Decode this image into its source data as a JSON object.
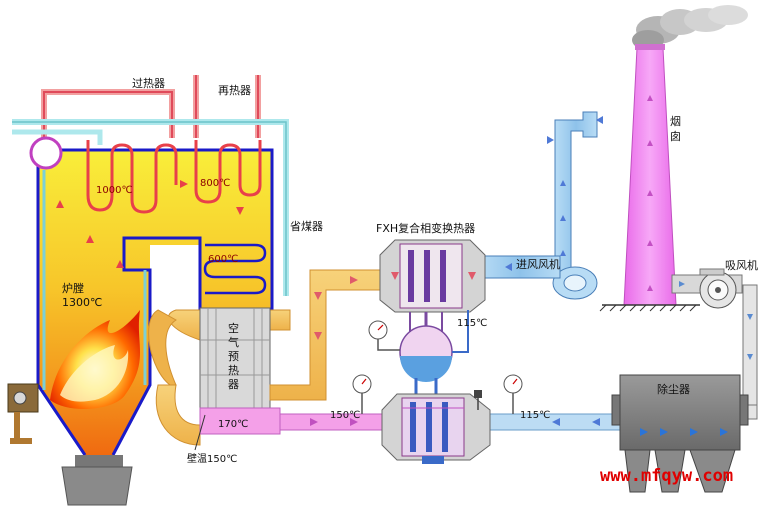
{
  "labels": {
    "superheater": "过热器",
    "reheater": "再热器",
    "economizer": "省煤器",
    "chimney": "烟囱",
    "fxh_exchanger": "FXH复合相变换热器",
    "inlet_fan": "进风风机",
    "induced_fan": "吸风机",
    "dust_collector": "除尘器",
    "furnace_line1": "炉膛",
    "furnace_line2": "1300℃",
    "air_preheater_chars": [
      "空",
      "气",
      "预",
      "热",
      "器"
    ],
    "wall_temp": "壁温150℃",
    "temp_1000": "1000℃",
    "temp_800": "800℃",
    "temp_600": "600℃",
    "temp_170": "170℃",
    "temp_150": "150℃",
    "temp_115_top": "115℃",
    "temp_115_right": "115℃"
  },
  "watermark": "www.mfqyw.com",
  "colors": {
    "flue_gas_yellow": "#f7e12e",
    "furnace_orange": "#f5a623",
    "duct_orange": "#f3c15f",
    "air_blue": "#9cc9ec",
    "flue_pink": "#f4a0e8",
    "chimney_magenta": "#ee7bee",
    "boiler_outline": "#1a1ac8",
    "steam_red": "#e8404a",
    "feedwater_teal": "#7fd3d8",
    "dust_gray": "#8a8a8a",
    "watermark_red": "#e00000"
  }
}
